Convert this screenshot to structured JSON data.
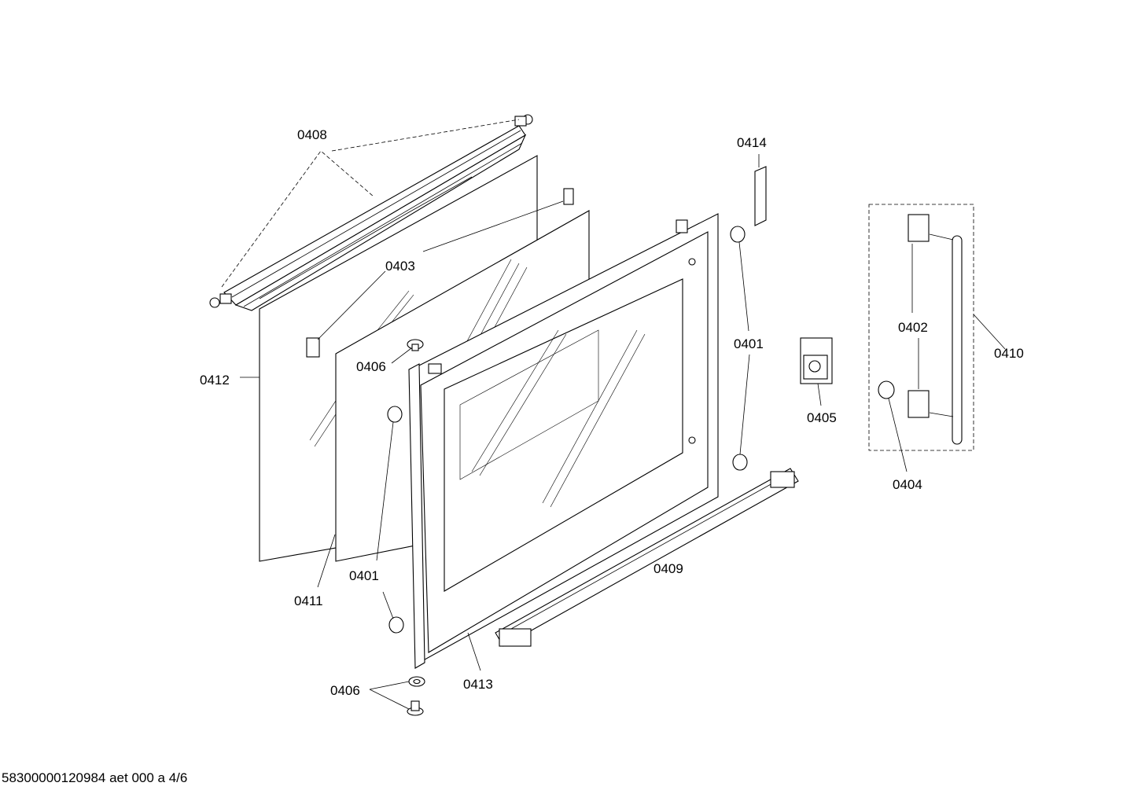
{
  "labels": {
    "l0408": "0408",
    "l0414": "0414",
    "l0403": "0403",
    "l0412": "0412",
    "l0406a": "0406",
    "l0401a": "0401",
    "l0402": "0402",
    "l0410": "0410",
    "l0405": "0405",
    "l0404": "0404",
    "l0409": "0409",
    "l0401b": "0401",
    "l0411": "0411",
    "l0406b": "0406",
    "l0413": "0413"
  },
  "footer": "58300000120984 aet 000 a 4/6"
}
